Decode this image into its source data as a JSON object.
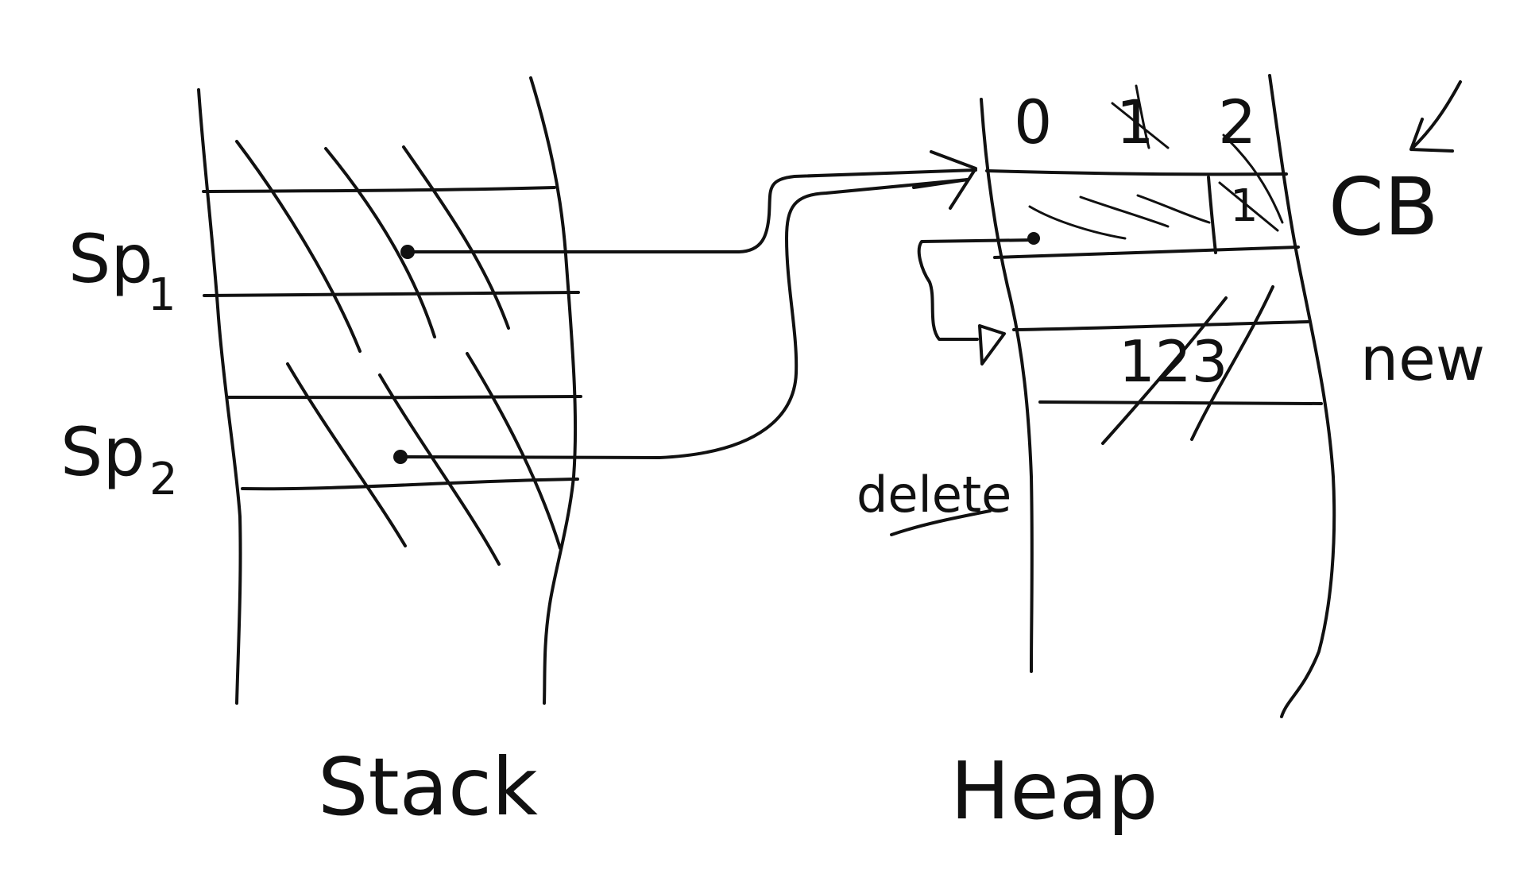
{
  "labels": {
    "stack": "Stack",
    "heap": "Heap",
    "sp1_main": "Sp",
    "sp1_sub": "1",
    "sp2_main": "Sp",
    "sp2_sub": "2",
    "cb": "CB",
    "new": "new",
    "delete": "delete",
    "refcount_digits": "0 1 2",
    "refcount_current": "1",
    "object_value": "123"
  },
  "colors": {
    "ink": "#111111",
    "background": "#ffffff"
  }
}
